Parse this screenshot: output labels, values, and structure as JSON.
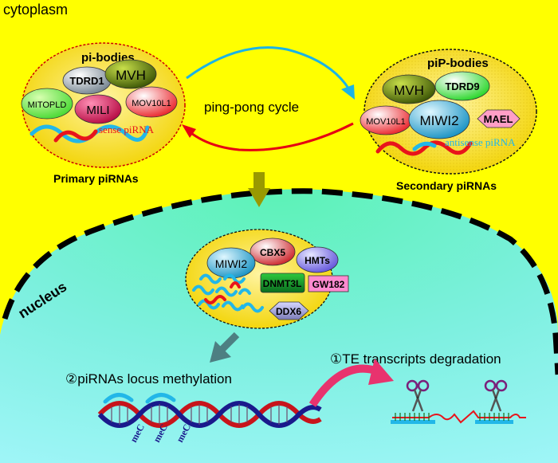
{
  "regions": {
    "cytoplasm": "cytoplasm",
    "nucleus": "nucleus"
  },
  "pi_bodies": {
    "title": "pi-bodies",
    "proteins": {
      "tdrd1": "TDRD1",
      "mvh": "MVH",
      "mitopld": "MITOPLD",
      "mili": "MILI",
      "mov10l1": "MOV10L1"
    },
    "rna_label": "sense piRNA",
    "caption": "Primary piRNAs"
  },
  "pip_bodies": {
    "title": "piP-bodies",
    "proteins": {
      "mvh": "MVH",
      "tdrd9": "TDRD9",
      "mov10l1": "MOV10L1",
      "miwi2": "MIWI2",
      "mael": "MAEL"
    },
    "rna_label": "antisense piRNA",
    "caption": "Secondary  piRNAs"
  },
  "cycle_label": "ping-pong cycle",
  "nuclear_complex": {
    "proteins": {
      "miwi2": "MIWI2",
      "cbx5": "CBX5",
      "hmts": "HMTs",
      "dnmt3l": "DNMT3L",
      "gw182": "GW182",
      "ddx6": "DDX6"
    }
  },
  "methylation": {
    "label": "②piRNAs locus methylation",
    "marks": [
      "meC",
      "meC",
      "meC"
    ]
  },
  "degradation": {
    "label": "①TE transcripts degradation"
  },
  "colors": {
    "cytoplasm": "#ffff00",
    "nucleus": "#66ffcc",
    "sense_rna": "#e8141b",
    "antisense_rna": "#22b7e8",
    "arrow_cyan": "#1ab3e6",
    "arrow_red": "#e60012",
    "arrow_olive": "#999900",
    "arrow_gray": "#4d7f82",
    "arrow_pink": "#e8336e"
  }
}
